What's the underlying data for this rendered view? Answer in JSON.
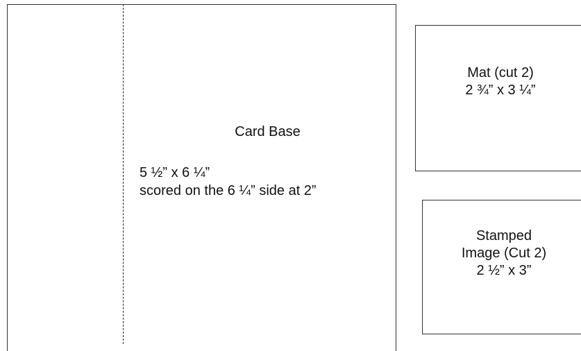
{
  "card_base": {
    "title": "Card Base",
    "dimensions": "5 ½” x 6 ¼”",
    "score_note": "scored on the 6 ¼” side at 2”"
  },
  "mat": {
    "line1": "Mat (cut 2)",
    "line2": "2 ¾” x 3 ¼”"
  },
  "stamped_image": {
    "line1": "Stamped",
    "line2": "Image (Cut 2)",
    "line3": "2 ½” x 3”"
  }
}
